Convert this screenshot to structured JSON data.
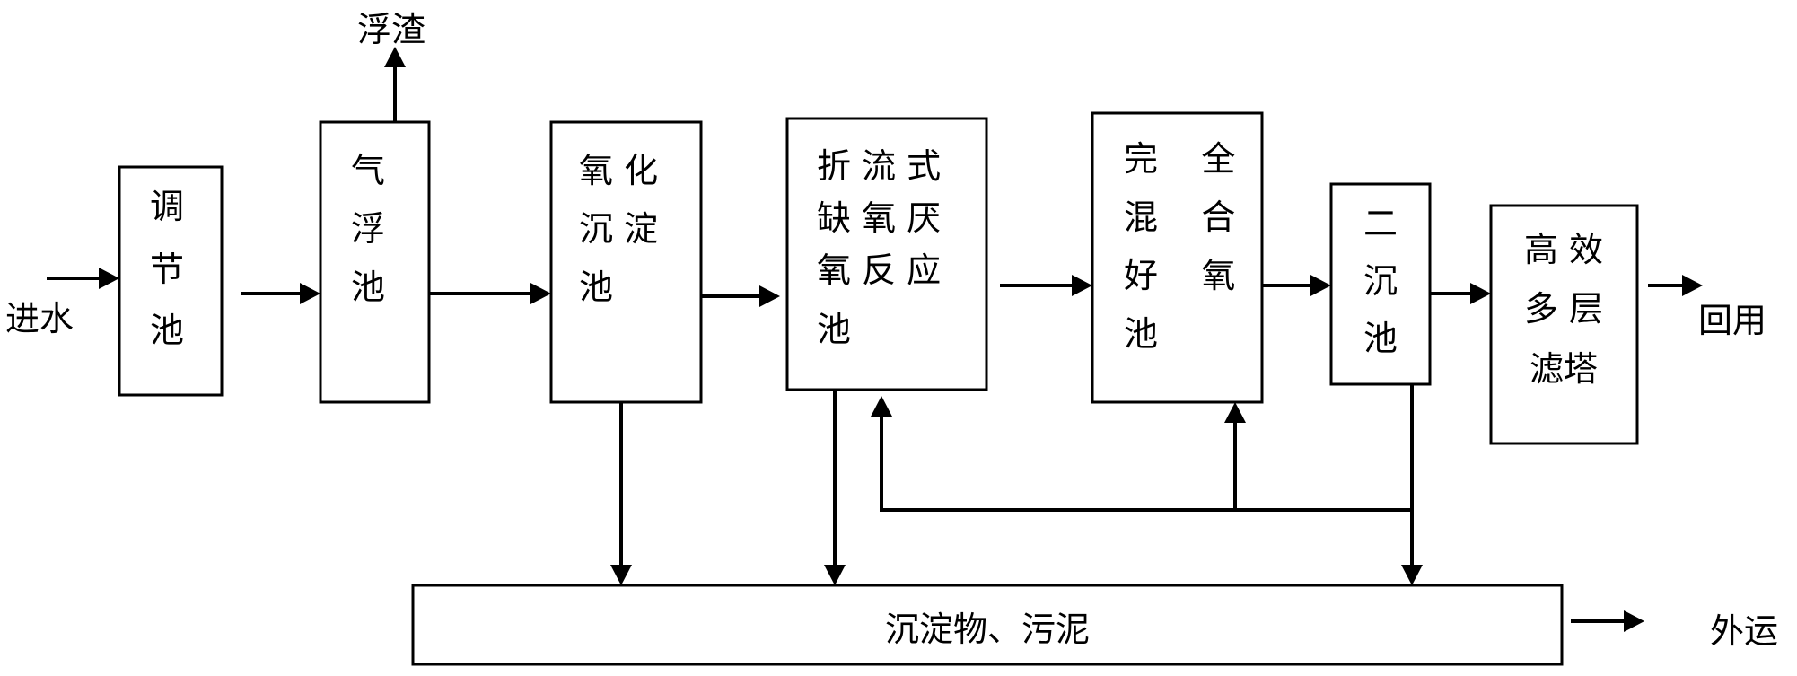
{
  "nodes": {
    "regulation_tank": {
      "lines": [
        "调",
        "节",
        "池"
      ]
    },
    "air_flotation_tank": {
      "lines": [
        "气",
        "浮",
        "池"
      ]
    },
    "oxidation_settling_tank": {
      "lines": [
        "氧 化",
        "沉 淀",
        "池"
      ]
    },
    "baffled_anaerobic_anoxic_tank": {
      "lines": [
        "折 流 式",
        "缺 氧 厌",
        "氧 反 应",
        "池"
      ]
    },
    "complete_mix_aerobic_tank": {
      "lines": [
        "完    全",
        "混    合",
        "好    氧",
        "池"
      ]
    },
    "secondary_settling_tank": {
      "lines": [
        "二",
        "沉",
        "池"
      ]
    },
    "multilayer_filter_tower": {
      "lines": [
        "高 效",
        "多 层",
        "滤塔"
      ]
    },
    "sludge_collection": {
      "label": "沉淀物、污泥"
    }
  },
  "terminals": {
    "influent": "进水",
    "scum": "浮渣",
    "reuse": "回用",
    "haul_away": "外运"
  }
}
